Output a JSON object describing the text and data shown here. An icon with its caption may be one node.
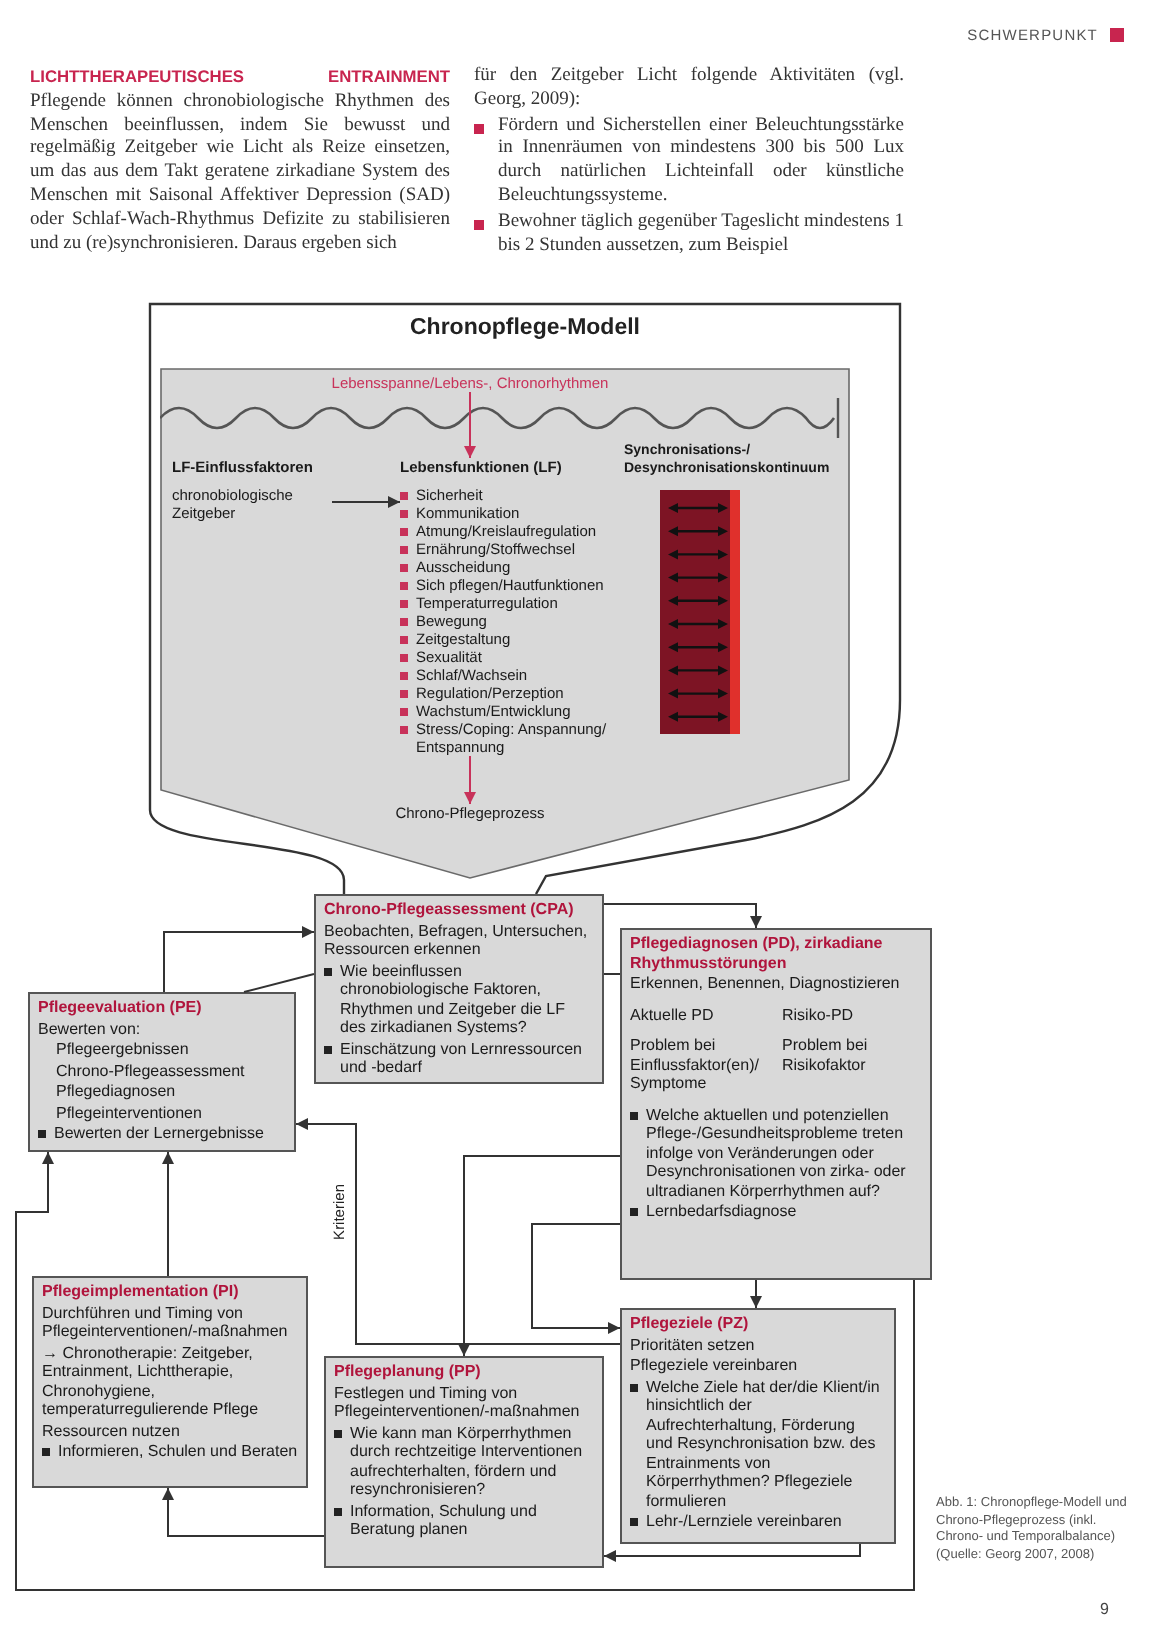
{
  "diagram": {
    "nodes": [
      {
        "text": [
          "Chronopflege-Modell"
        ]
      },
      {
        "text": [],
        "shape": "pentagon",
        "in": 0
      },
      {
        "text": [
          "Lebensspanne/Lebens-, Chronorhythmen"
        ],
        "in": 1
      },
      {
        "text": [
          "LF-Einflussfaktoren",
          "chronobiologische Zeitgeber"
        ],
        "in": 1
      },
      {
        "text": [
          "Lebensfunktionen (LF)",
          "Sicherheit",
          "Kommunikation",
          "Atmung/Kreislaufregulation",
          "Ernährung/Stoffwechsel",
          "Ausscheidung",
          "Sich pflegen/Hautfunktionen",
          "Temperaturregulation",
          "Bewegung",
          "Zeitgestaltung",
          "Sexualität",
          "Schlaf/Wachsein",
          "Regulation/Perzeption",
          "Wachstum/Entwicklung",
          "Stress/Coping: Anspannung/ Entspannung"
        ],
        "in": 1
      },
      {
        "text": [
          "Synchronisations-/ Desynchronisationskontinuum"
        ],
        "in": 1
      },
      {
        "text": [
          "Chrono-Pflegeprozess"
        ],
        "in": 1
      },
      {
        "text": [
          "Chrono-Pflegeassessment (CPA)",
          "Beobachten, Befragen, Untersuchen, Ressourcen erkennen",
          "Wie beeinflussen chronobiologische Faktoren, Rhythmen und Zeitgeber die LF des zirkadianen Systems?",
          "Einschätzung von Lernressourcen und -bedarf"
        ]
      },
      {
        "text": [
          "Pflegediagnosen (PD), zirkadiane Rhythmusstörungen",
          "Erkennen, Benennen, Diagnostizieren",
          "Aktuelle PD",
          "Risiko-PD",
          "Problem bei Einflussfaktor(en)/ Symptome",
          "Problem bei Risikofaktor",
          "Welche aktuellen und potenziellen Pflege-/Gesundheitsprobleme treten infolge von Veränderungen oder Desynchronisationen von zirka- oder ultradianen Körperrhythmen auf?",
          "Lernbedarfsdiagnose"
        ]
      },
      {
        "text": [
          "Pflegeevaluation (PE)",
          "Bewerten von:",
          "Pflegeergebnissen",
          "Chrono-Pflegeassessment",
          "Pflegediagnosen",
          "Pflegeinterventionen",
          "Bewerten der Lernergebnisse"
        ]
      },
      {
        "text": [
          "Pflegeimplementation (PI)",
          "Durchführen und Timing von Pflegeinterventionen/-maßnahmen",
          "→ Chronotherapie: Zeitgeber, Entrainment, Lichttherapie, Chronohygiene, temperaturregulierende Pflege",
          "Ressourcen nutzen",
          "Informieren, Schulen und Beraten"
        ]
      },
      {
        "text": [
          "Pflegeplanung (PP)",
          "Festlegen und Timing von Pflegeinterventionen/-maßnahmen",
          "Wie kann man Körperrhythmen durch rechtzeitige Interventionen aufrechterhalten, fördern und resynchronisieren?",
          "Information, Schulung und Beratung planen"
        ]
      },
      {
        "text": [
          "Pflegeziele (PZ)",
          "Prioritäten setzen",
          "Pflegeziele vereinbaren",
          "Welche Ziele hat der/die Klient/in hinsichtlich der Aufrechterhaltung, Förderung und Resynchronisation bzw. des Entrainments von Körperrhythmen? Pflegeziele formulieren",
          "Lehr-/Lernziele vereinbaren"
        ]
      }
    ],
    "edges": [
      {
        "from": 2,
        "to": 4,
        "arrow": "to",
        "color": "#c8325a"
      },
      {
        "from": 3,
        "to": 4,
        "arrow": "to"
      },
      {
        "from": 4,
        "to": 6,
        "arrow": "to",
        "color": "#c8325a"
      },
      {
        "from": 7,
        "to": 8,
        "arrow": "to"
      },
      {
        "from": 8,
        "to": 12,
        "arrow": "to"
      },
      {
        "from": 12,
        "to": 11,
        "arrow": "to"
      },
      {
        "from": 11,
        "to": 10,
        "arrow": "to"
      },
      {
        "from": 10,
        "to": 9,
        "arrow": "to"
      },
      {
        "from": 9,
        "to": 7,
        "arrow": "to"
      },
      {
        "from": 7,
        "to": 9,
        "arrow": "none"
      },
      {
        "from": 7,
        "to": 8,
        "arrow": "none"
      },
      {
        "from": 8,
        "to": 11,
        "arrow": "to"
      },
      {
        "from": 8,
        "to": 12,
        "arrow": "to"
      },
      {
        "from": 12,
        "to": 9,
        "arrow": "to",
        "label": "Kriterien"
      },
      {
        "from": 8,
        "to": 9,
        "arrow": "to"
      }
    ],
    "labels": [
      "SCHWERPUNKT",
      "**LICHTTHERAPEUTISCHES ENTRAINMENT** Pflegende können chronobiologische Rhythmen des Menschen beeinflussen, indem Sie bewusst und regelmäßig Zeitgeber wie Licht als Reize einsetzen, um das aus dem Takt geratene zirkadiane System des Menschen mit Saisonal Affektiver Depression (SAD) oder Schlaf-Wach-Rhythmus Defizite zu stabilisieren und zu (re)synchronisieren. Daraus ergeben sich",
      "für den Zeitgeber Licht folgende Aktivitäten (vgl. Georg, 2009):",
      "Fördern und Sicherstellen einer Beleuchtungsstärke in Innenräumen von mindestens 300 bis 500 Lux durch natürlichen Lichteinfall oder künstliche Beleuchtungssysteme.",
      "Bewohner täglich gegenüber Tageslicht mindestens 1 bis 2 Stunden aussetzen, zum Beispiel",
      "9"
    ],
    "caption": "Abb. 1: Chronopflege-Modell und Chrono-Pflegeprozess (inkl. Chrono- und Temporalbalance) (Quelle: Georg 2007, 2008)"
  }
}
